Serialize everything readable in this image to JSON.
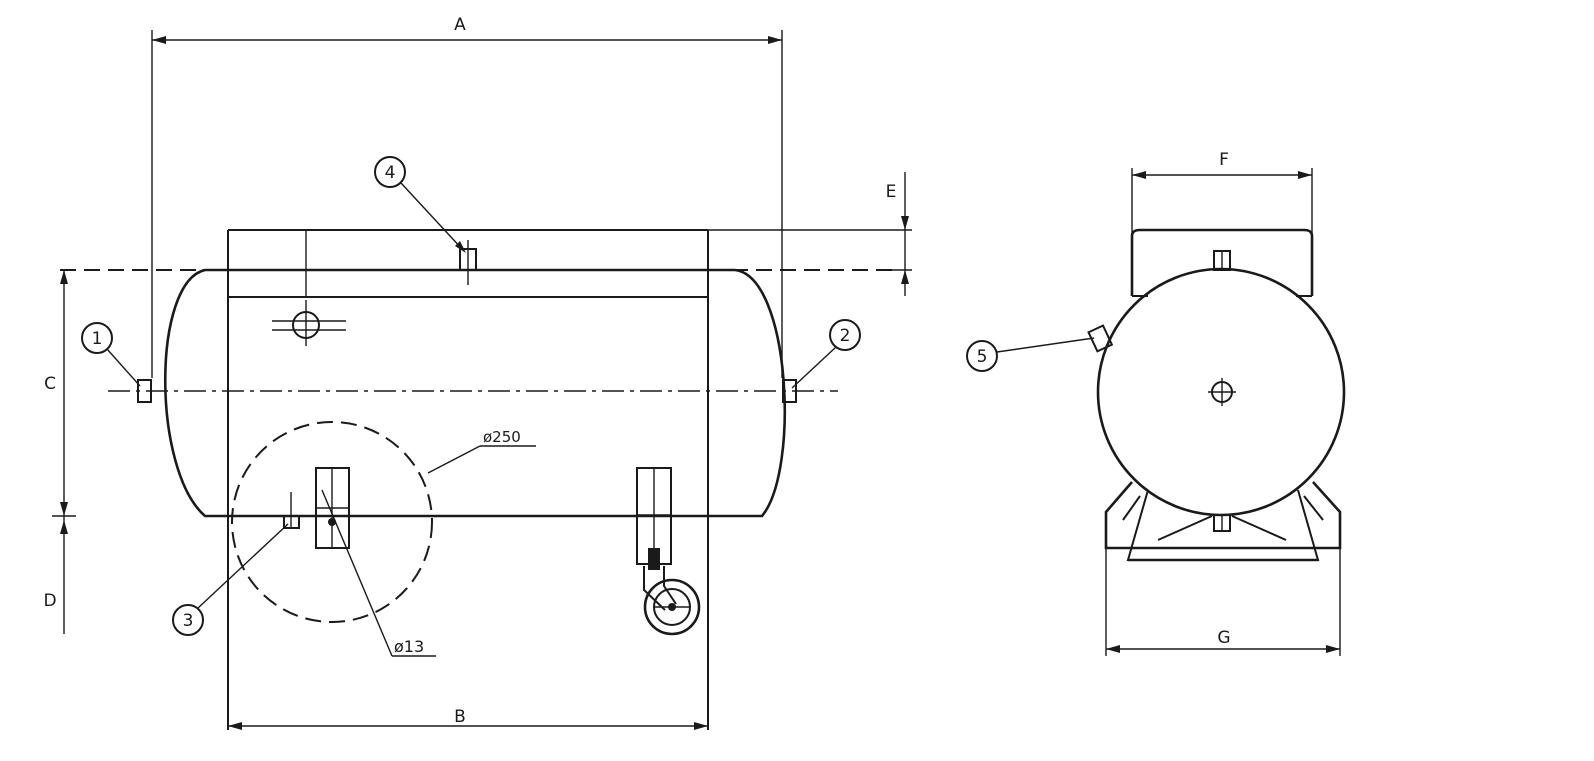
{
  "dimensions": {
    "a": "A",
    "b": "B",
    "c": "C",
    "d": "D",
    "e": "E",
    "f": "F",
    "g": "G"
  },
  "callouts": {
    "one": "1",
    "two": "2",
    "three": "3",
    "four": "4",
    "five": "5"
  },
  "annotations": {
    "wheel_circle_diameter": "ø250",
    "hole_diameter": "ø13"
  }
}
